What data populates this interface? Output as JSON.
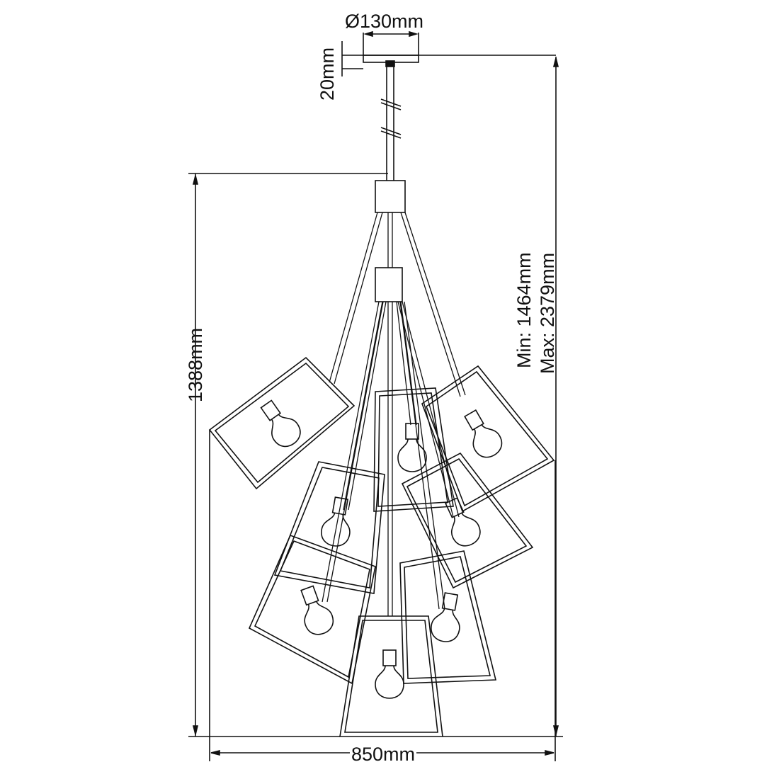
{
  "dimensions": {
    "canopy_diameter": "Ø130mm",
    "canopy_height": "20mm",
    "fixture_height": "1388mm",
    "overall_min": "Min: 1464mm",
    "overall_max": "Max: 2379mm",
    "width": "850mm"
  },
  "colors": {
    "line": "#111111",
    "background": "#ffffff"
  }
}
